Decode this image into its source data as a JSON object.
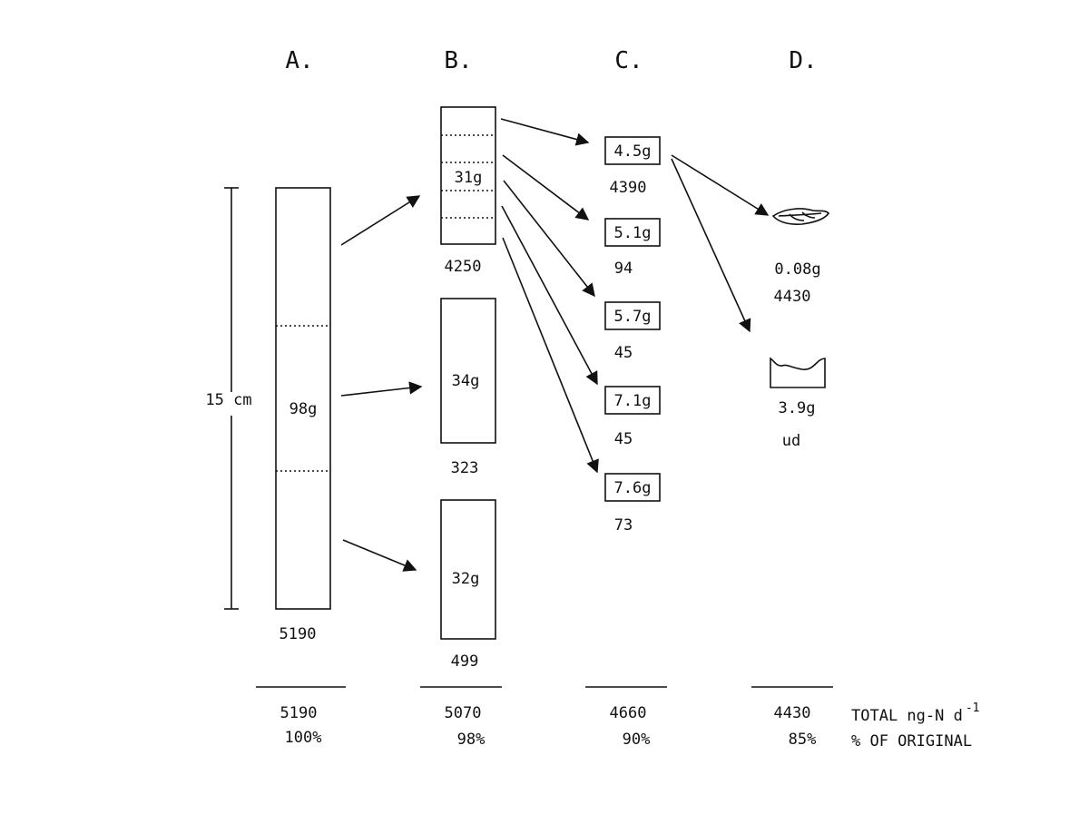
{
  "columns": {
    "a": {
      "header": "A.",
      "mass": "98g",
      "activity": "5190",
      "total": "5190",
      "percent": "100%"
    },
    "b": {
      "header": "B.",
      "top_mass": "31g",
      "top_activity": "4250",
      "mid_mass": "34g",
      "mid_activity": "323",
      "bottom_mass": "32g",
      "bottom_activity": "499",
      "total": "5070",
      "percent": "98%"
    },
    "c": {
      "header": "C.",
      "sections": [
        {
          "mass": "4.5g",
          "activity": "4390"
        },
        {
          "mass": "5.1g",
          "activity": "94"
        },
        {
          "mass": "5.7g",
          "activity": "45"
        },
        {
          "mass": "7.1g",
          "activity": "45"
        },
        {
          "mass": "7.6g",
          "activity": "73"
        }
      ],
      "total": "4660",
      "percent": "90%"
    },
    "d": {
      "header": "D.",
      "leaf_mass": "0.08g",
      "leaf_activity": "4430",
      "soil_mass": "3.9g",
      "soil_activity": "ud",
      "total": "4430",
      "percent": "85%"
    }
  },
  "scale_label": "15 cm",
  "summary": {
    "total_label": "TOTAL ng-N d",
    "total_exponent": "-1",
    "percent_label": "% OF ORIGINAL"
  }
}
